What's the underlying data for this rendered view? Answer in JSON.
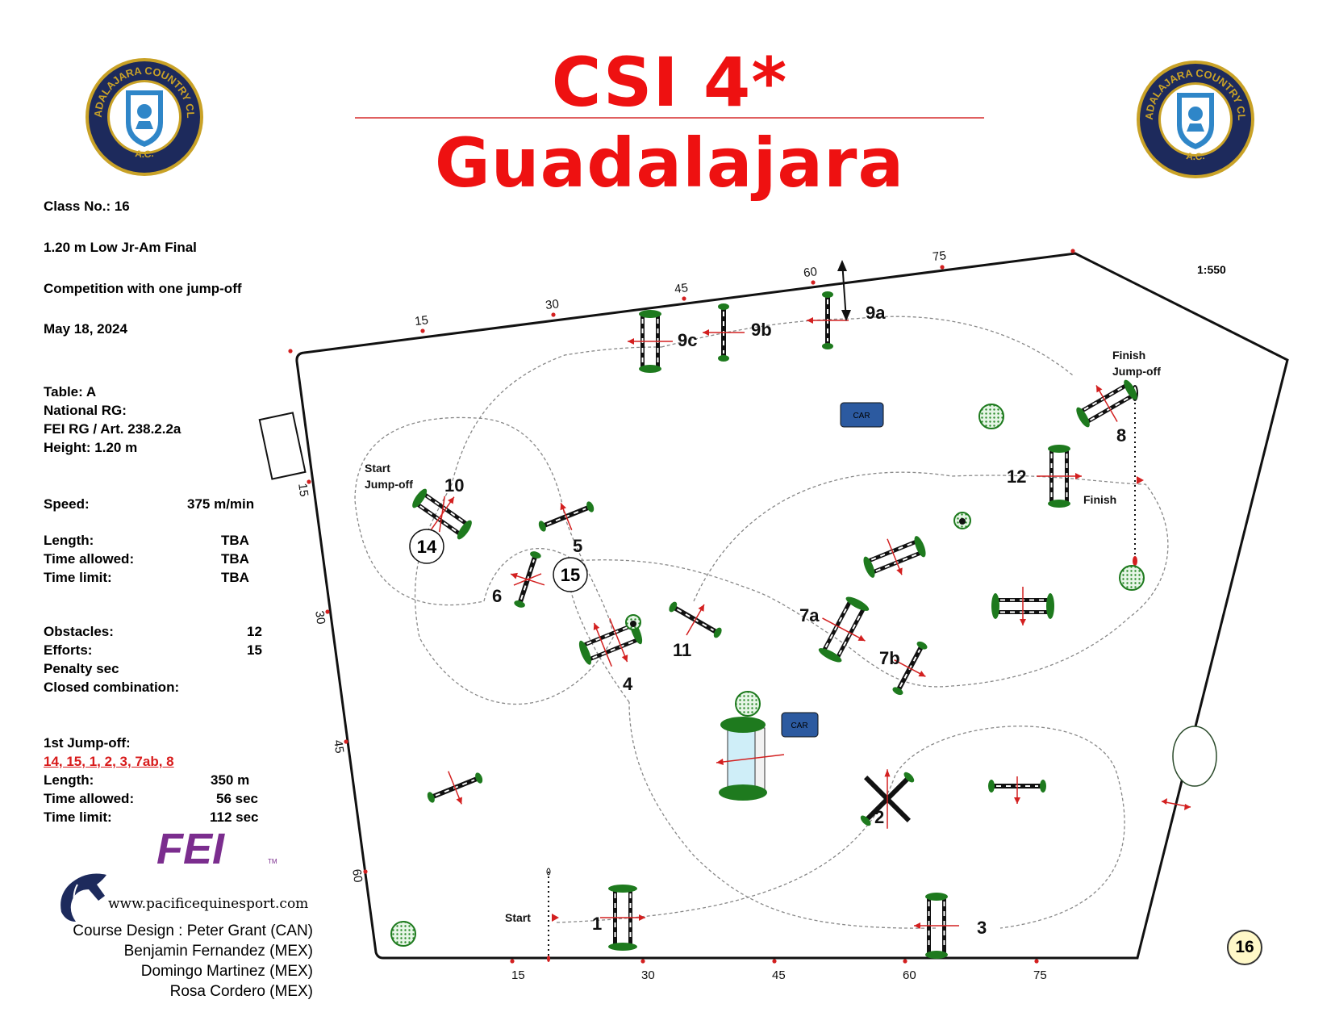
{
  "header": {
    "title": "CSI 4* Guadalajara",
    "logo_text": "GUADALAJARA COUNTRY CLUB",
    "logo_text_bottom": "A.C."
  },
  "class_info": {
    "class_no": "Class No.: 16",
    "class_name": "1.20 m Low Jr-Am Final",
    "competition": "Competition with one jump-off",
    "date": "May 18, 2024",
    "table": "Table: A",
    "national_rg": "National RG:",
    "fei_rg": "FEI RG / Art. 238.2.2a",
    "height": "Height: 1.20  m",
    "speed_label": "Speed:",
    "speed_value": "375  m/min",
    "length_label": "Length:",
    "length_value": "TBA",
    "time_allowed_label": "Time allowed:",
    "time_allowed_value": "TBA",
    "time_limit_label": "Time limit:",
    "time_limit_value": "TBA",
    "obstacles_label": "Obstacles:",
    "obstacles_value": "12",
    "efforts_label": "Efforts:",
    "efforts_value": "15",
    "penalty_label": "Penalty sec",
    "closed_combination_label": "Closed combination:"
  },
  "jump_off": {
    "heading": "1st Jump-off:",
    "sequence": "14, 15, 1, 2, 3, 7ab, 8",
    "length_label": "Length:",
    "length_value": "350    m",
    "time_allowed_label": "Time allowed:",
    "time_allowed_value": "56  sec",
    "time_limit_label": "Time limit:",
    "time_limit_value": "112  sec"
  },
  "branding": {
    "fei_logo": "FEI",
    "fei_tm": "TM",
    "website": "www.pacificequinesport.com"
  },
  "credits": [
    "Course Design : Peter Grant (CAN)",
    "Benjamin Fernandez (MEX)",
    "Domingo Martinez (MEX)",
    "Rosa Cordero (MEX)"
  ],
  "course": {
    "scale": "1:550",
    "class_badge": "16",
    "start_label": "Start",
    "finish_label": "Finish",
    "start_jumpoff_label": [
      "Start",
      "Jump-off"
    ],
    "finish_jumpoff_label": [
      "Finish",
      "Jump-off"
    ],
    "car_label": "CAR",
    "top_ticks": [
      "15",
      "30",
      "45",
      "60",
      "75"
    ],
    "bottom_ticks": [
      "15",
      "30",
      "45",
      "60",
      "75"
    ],
    "left_ticks": [
      "15",
      "30",
      "45",
      "60"
    ],
    "jump_labels": [
      "1",
      "2",
      "3",
      "4",
      "5",
      "6",
      "7a",
      "7b",
      "8",
      "9a",
      "9b",
      "9c",
      "10",
      "11",
      "12"
    ],
    "circled_labels": [
      "14",
      "15"
    ]
  },
  "colors": {
    "title_red": "#ee1111",
    "logo_navy": "#1d2a5c",
    "logo_gold": "#c9a227",
    "logo_blue": "#2f86c8",
    "fei_purple": "#7b2d8e",
    "jump_green": "#1e7a1e",
    "arrow_red": "#d32020",
    "car_blue": "#2c5aa0",
    "badge_fill": "#fff8c8"
  },
  "icons": [
    "club-logo-icon",
    "fei-logo-icon",
    "horse-head-icon",
    "double-arrow-icon"
  ]
}
